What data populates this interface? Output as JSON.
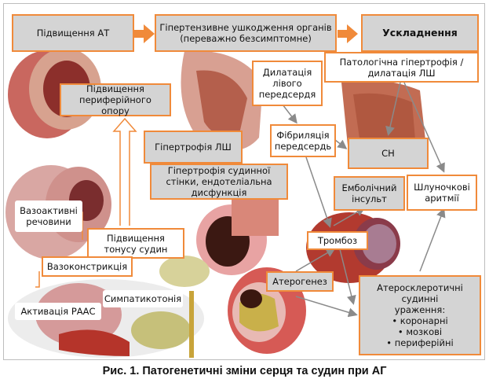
{
  "top_row": {
    "step1": "Підвищення АТ",
    "step2": "Гіпертензивне ушкодження органів (переважно безсимптомне)",
    "step3": "Ускладнення"
  },
  "nodes": {
    "pathological_hypertrophy": "Патологічна гіпертрофія / дилатація ЛШ",
    "la_dilation": "Дилатація лівого передсердя",
    "peripheral_resistance": "Підвищення периферійного опору",
    "af": "Фібриляція передсердь",
    "lvh": "Гіпертрофія ЛШ",
    "hf": "СН",
    "vascular_wall": "Гіпертрофія судинної стінки, ендотеліальна дисфункція",
    "embolic_stroke": "Емболічний інсульт",
    "ventricular_arrhythmias": "Шлуночкові аритмії",
    "vasoactive": "Вазоактивні речовини",
    "vascular_tone": "Підвищення тонусу судин",
    "thrombosis": "Тромбоз",
    "vasoconstriction": "Вазоконстрикція",
    "atherogenesis": "Атерогенез",
    "sympathicotonia": "Симпатикотонія",
    "raas": "Активація РААС",
    "atherosclerotic": {
      "title": "Атеросклеротичні судинні ураження:",
      "items": [
        "• коронарні",
        "• мозкові",
        "• периферійні"
      ]
    }
  },
  "caption": "Рис. 1. Патогенетичні зміни серця та судин при АГ",
  "colors": {
    "accent": "#f08a3a",
    "box_gray": "#d4d4d4",
    "arrow_gray": "#8a8a8a"
  }
}
